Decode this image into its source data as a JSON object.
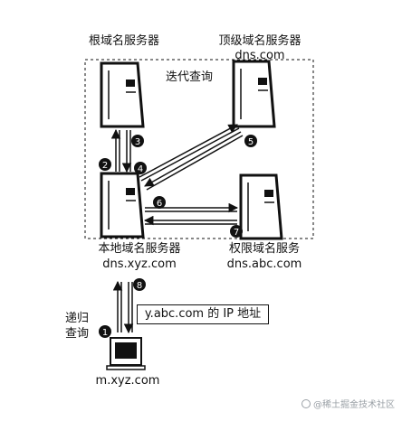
{
  "servers": {
    "root": {
      "name": "根域名服务器"
    },
    "tld": {
      "name": "顶级域名服务器",
      "host": "dns.com"
    },
    "local": {
      "name": "本地域名服务器",
      "host": "dns.xyz.com"
    },
    "auth": {
      "name": "权限域名服务",
      "host": "dns.abc.com"
    }
  },
  "client": {
    "host": "m.xyz.com"
  },
  "labels": {
    "iterative": "迭代查询",
    "recursive_line1": "递归",
    "recursive_line2": "查询",
    "query_box": "y.abc.com 的 IP 地址"
  },
  "steps": [
    "1",
    "2",
    "3",
    "4",
    "5",
    "6",
    "7",
    "8"
  ],
  "watermark": "@稀土掘金技术社区",
  "icons": [
    "server-icon",
    "computer-icon",
    "step-badge"
  ]
}
